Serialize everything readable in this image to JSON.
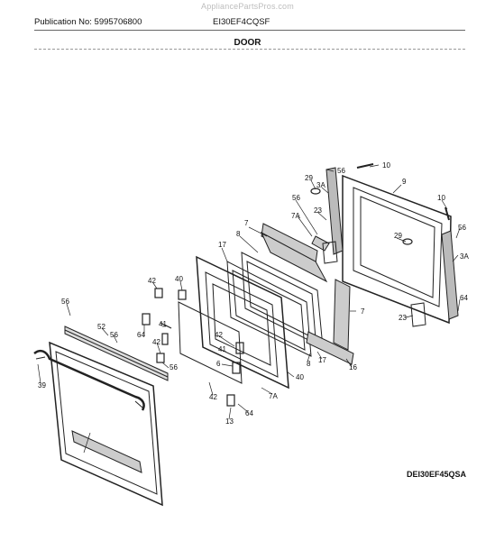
{
  "header": {
    "watermark": "AppliancePartsPros.com",
    "publication": "Publication No: 5995706800",
    "model": "EI30EF4CQSF",
    "section": "DOOR"
  },
  "footer": {
    "diagram_code": "DEI30EF45QSA"
  },
  "callouts": [
    "56",
    "10",
    "29",
    "3A",
    "9",
    "56",
    "23",
    "7A",
    "10",
    "7",
    "56",
    "29",
    "8",
    "17",
    "3A",
    "42",
    "40",
    "56",
    "52",
    "7",
    "41",
    "56",
    "64",
    "42",
    "23",
    "64",
    "42",
    "56",
    "8",
    "17",
    "39",
    "41",
    "6",
    "40",
    "7A",
    "16",
    "42",
    "64",
    "13"
  ]
}
